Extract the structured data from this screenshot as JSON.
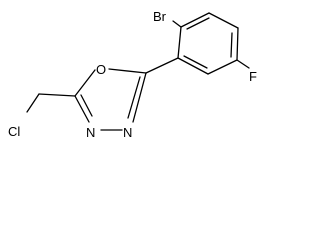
{
  "molecule": {
    "atoms": {
      "bromine": "Br",
      "fluorine": "F",
      "ring_oxygen": "O",
      "chlorine": "Cl",
      "nitrogen_left": "N",
      "nitrogen_right": "N"
    }
  },
  "colors": {
    "bond": "#000000",
    "label": "#000000",
    "background": "#ffffff"
  }
}
